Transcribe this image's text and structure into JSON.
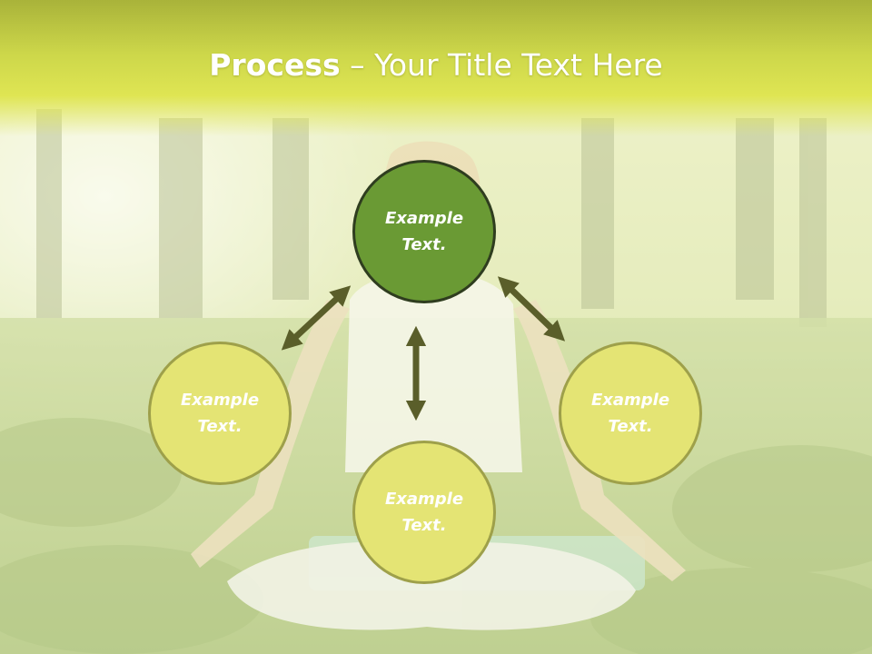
{
  "slide": {
    "title_bold": "Process",
    "title_rest": " – Your Title Text Here"
  },
  "diagram": {
    "nodes": [
      {
        "id": "top",
        "text": "Example Text.",
        "fill": "#6a9a34",
        "role": "center"
      },
      {
        "id": "left",
        "text": "Example Text.",
        "fill": "#e4e474",
        "role": "side"
      },
      {
        "id": "right",
        "text": "Example Text.",
        "fill": "#e4e474",
        "role": "side"
      },
      {
        "id": "bottom",
        "text": "Example Text.",
        "fill": "#e4e474",
        "role": "side"
      }
    ],
    "arrow_color": "#5a5e2a",
    "connections": [
      {
        "from": "top",
        "to": "left",
        "type": "double-arrow"
      },
      {
        "from": "top",
        "to": "right",
        "type": "double-arrow"
      },
      {
        "from": "top",
        "to": "bottom",
        "type": "double-arrow"
      }
    ]
  },
  "colors": {
    "title_band": "#dfe553",
    "background": "#c9d888"
  }
}
